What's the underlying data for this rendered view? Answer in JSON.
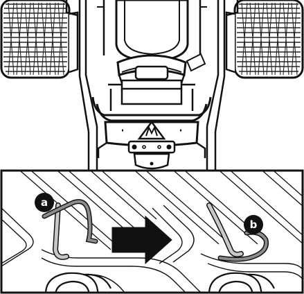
{
  "figure": {
    "callouts": [
      {
        "id": "a",
        "label": "a"
      },
      {
        "id": "b",
        "label": "b"
      }
    ],
    "icons": {
      "logo_badge": "hood-logo-icon",
      "direction": "arrow-right-icon"
    },
    "colors": {
      "line": "#111111",
      "callout_fill": "#111111",
      "callout_text": "#ffffff",
      "arrow": "#111111",
      "clip_gray": "#8c8c8c",
      "clip_light": "#c8c8c8",
      "tire_tread": "#222222",
      "background": "#ffffff"
    }
  }
}
